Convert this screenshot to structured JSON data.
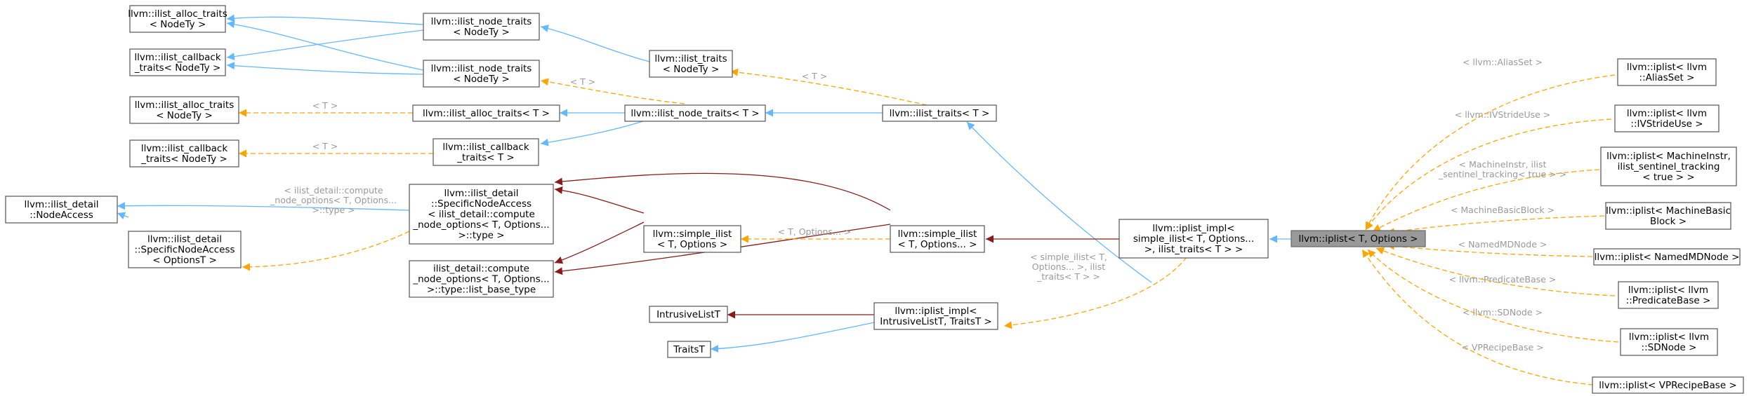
{
  "colors": {
    "public_inheritance": "#63b8ff",
    "usage": "#8b1a1a",
    "template_instance": "#ffa500",
    "focus_fill": "#999999",
    "label_text": "#9a9a9a"
  },
  "nodes": [
    {
      "id": "ilist_alloc_traits_nodety",
      "lines": [
        "llvm::ilist_alloc_traits",
        "< NodeTy >"
      ]
    },
    {
      "id": "ilist_callback_traits_nodety_top",
      "lines": [
        "llvm::ilist_callback",
        "_traits< NodeTy >"
      ]
    },
    {
      "id": "ilist_node_traits_nodety_a",
      "lines": [
        "llvm::ilist_node_traits",
        "< NodeTy >"
      ]
    },
    {
      "id": "ilist_node_traits_nodety_b",
      "lines": [
        "llvm::ilist_node_traits",
        "< NodeTy >"
      ]
    },
    {
      "id": "ilist_traits_nodety",
      "lines": [
        "llvm::ilist_traits",
        "< NodeTy >"
      ]
    },
    {
      "id": "ilist_alloc_traits_nodety_2",
      "lines": [
        "llvm::ilist_alloc_traits",
        "< NodeTy >"
      ]
    },
    {
      "id": "ilist_alloc_traits_t",
      "lines": [
        "llvm::ilist_alloc_traits< T >"
      ]
    },
    {
      "id": "ilist_node_traits_t",
      "lines": [
        "llvm::ilist_node_traits< T >"
      ]
    },
    {
      "id": "ilist_traits_t",
      "lines": [
        "llvm::ilist_traits< T >"
      ]
    },
    {
      "id": "ilist_callback_traits_nodety_2",
      "lines": [
        "llvm::ilist_callback",
        "_traits< NodeTy >"
      ]
    },
    {
      "id": "ilist_callback_traits_t",
      "lines": [
        "llvm::ilist_callback",
        "_traits< T >"
      ]
    },
    {
      "id": "node_access",
      "lines": [
        "llvm::ilist_detail",
        "::NodeAccess"
      ]
    },
    {
      "id": "specific_node_access_optionst",
      "lines": [
        "llvm::ilist_detail",
        "::SpecificNodeAccess",
        "< OptionsT >"
      ]
    },
    {
      "id": "specific_node_access_compute",
      "lines": [
        "llvm::ilist_detail",
        "::SpecificNodeAccess",
        "< ilist_detail::compute",
        "_node_options< T, Options...",
        ">::type >"
      ]
    },
    {
      "id": "compute_node_options_list_base_type",
      "lines": [
        "ilist_detail::compute",
        "_node_options< T, Options...",
        ">::type::list_base_type"
      ]
    },
    {
      "id": "simple_ilist_options",
      "lines": [
        "llvm::simple_ilist",
        "< T, Options >"
      ]
    },
    {
      "id": "simple_ilist_variadic",
      "lines": [
        "llvm::simple_ilist",
        "< T, Options... >"
      ]
    },
    {
      "id": "intrusive_list_t",
      "lines": [
        "IntrusiveListT"
      ]
    },
    {
      "id": "traits_t",
      "lines": [
        "TraitsT"
      ]
    },
    {
      "id": "iplist_impl_intrusive",
      "lines": [
        "llvm::iplist_impl<",
        "IntrusiveListT, TraitsT >"
      ]
    },
    {
      "id": "iplist_impl_simple",
      "lines": [
        "llvm::iplist_impl<",
        "simple_ilist< T, Options...",
        ">, ilist_traits< T > >"
      ]
    },
    {
      "id": "iplist_t_options",
      "lines": [
        "llvm::iplist< T, Options >"
      ]
    },
    {
      "id": "iplist_aliasset",
      "lines": [
        "llvm::iplist< llvm",
        "::AliasSet >"
      ]
    },
    {
      "id": "iplist_ivstrideuse",
      "lines": [
        "llvm::iplist< llvm",
        "::IVStrideUse >"
      ]
    },
    {
      "id": "iplist_machineinstr",
      "lines": [
        "llvm::iplist< MachineInstr,",
        "ilist_sentinel_tracking",
        "< true > >"
      ]
    },
    {
      "id": "iplist_machinebasicblock",
      "lines": [
        "llvm::iplist< MachineBasic",
        "Block >"
      ]
    },
    {
      "id": "iplist_namedmdnode",
      "lines": [
        "llvm::iplist< NamedMDNode >"
      ]
    },
    {
      "id": "iplist_predicatebase",
      "lines": [
        "llvm::iplist< llvm",
        "::PredicateBase >"
      ]
    },
    {
      "id": "iplist_sdnode",
      "lines": [
        "llvm::iplist< llvm",
        "::SDNode >"
      ]
    },
    {
      "id": "iplist_vprecipebase",
      "lines": [
        "llvm::iplist< VPRecipeBase >"
      ]
    }
  ],
  "edge_labels": [
    {
      "id": "lbl_t_node",
      "lines": [
        "< T >"
      ]
    },
    {
      "id": "lbl_t_traits",
      "lines": [
        "< T >"
      ]
    },
    {
      "id": "lbl_t_alloc",
      "lines": [
        "< T >"
      ]
    },
    {
      "id": "lbl_t_callback",
      "lines": [
        "< T >"
      ]
    },
    {
      "id": "lbl_compute",
      "lines": [
        "< ilist_detail::compute",
        "_node_options< T, Options...",
        ">::type >"
      ]
    },
    {
      "id": "lbl_t_options_variadic",
      "lines": [
        "< T, Options... >"
      ]
    },
    {
      "id": "lbl_simple_ilist",
      "lines": [
        "< simple_ilist< T,",
        "Options... >, ilist",
        "_traits< T > >"
      ]
    },
    {
      "id": "lbl_aliasset",
      "lines": [
        "< llvm::AliasSet >"
      ]
    },
    {
      "id": "lbl_ivstrideuse",
      "lines": [
        "< llvm::IVStrideUse >"
      ]
    },
    {
      "id": "lbl_machineinstr",
      "lines": [
        "< MachineInstr, ilist",
        "_sentinel_tracking< true > >"
      ]
    },
    {
      "id": "lbl_machinebasicblock",
      "lines": [
        "< MachineBasicBlock >"
      ]
    },
    {
      "id": "lbl_namedmdnode",
      "lines": [
        "< NamedMDNode >"
      ]
    },
    {
      "id": "lbl_predicatebase",
      "lines": [
        "< llvm::PredicateBase >"
      ]
    },
    {
      "id": "lbl_sdnode",
      "lines": [
        "< llvm::SDNode >"
      ]
    },
    {
      "id": "lbl_vprecipebase",
      "lines": [
        "< VPRecipeBase >"
      ]
    }
  ]
}
